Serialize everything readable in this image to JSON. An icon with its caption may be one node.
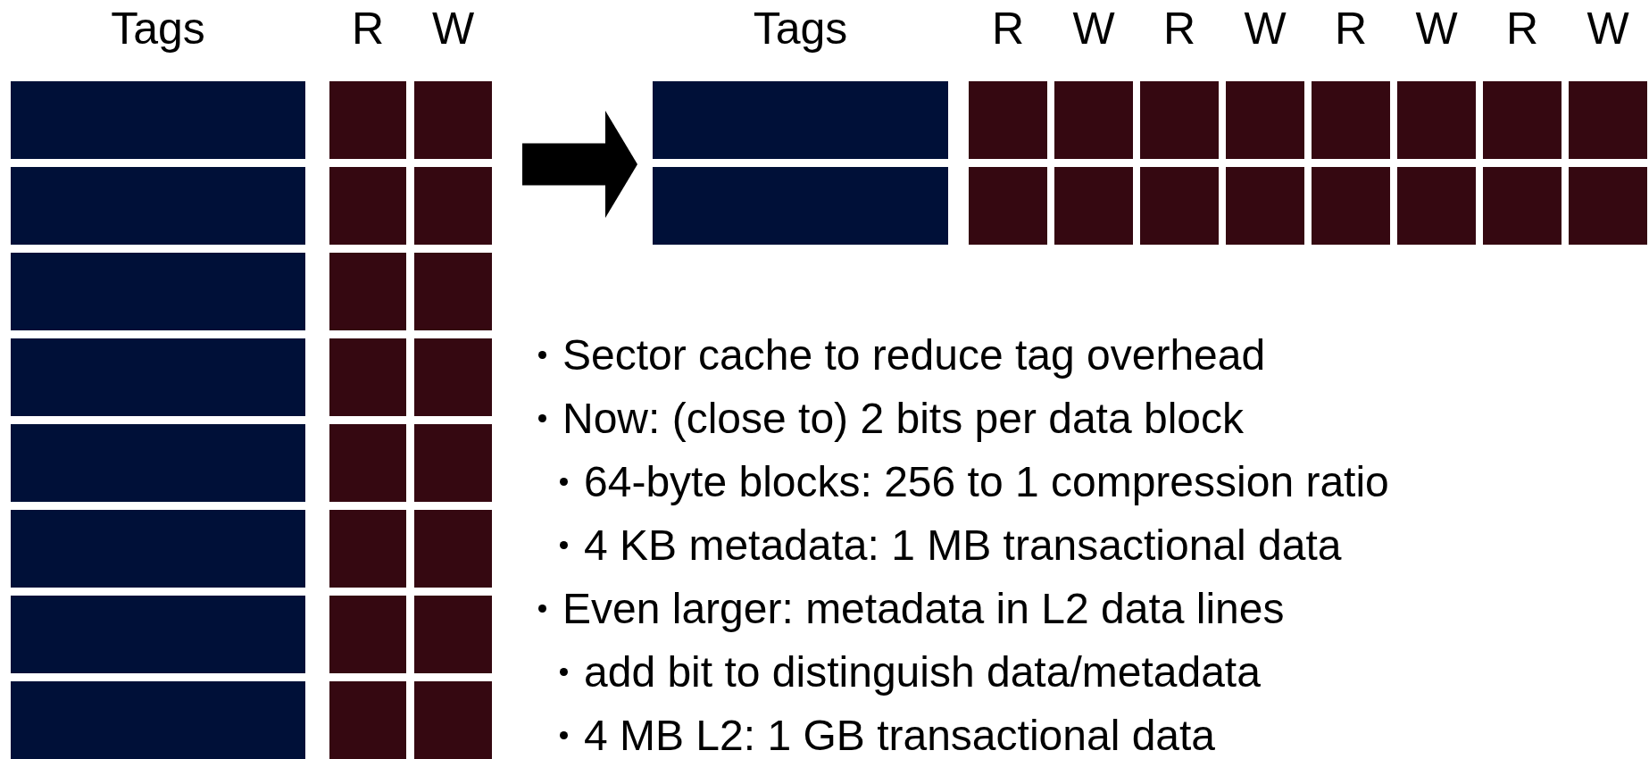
{
  "diagram": {
    "nodes": [
      {
        "text": [],
        "shape": "box"
      },
      {
        "text": [],
        "shape": "bar",
        "in": 0
      },
      {
        "text": [],
        "shape": "box",
        "in": 0
      },
      {
        "text": [],
        "shape": "box",
        "in": 0
      },
      {
        "text": [],
        "shape": "bar",
        "in": 0
      },
      {
        "text": [],
        "shape": "box",
        "in": 0
      },
      {
        "text": [],
        "shape": "box",
        "in": 0
      },
      {
        "text": [],
        "shape": "bar",
        "in": 0
      },
      {
        "text": [],
        "shape": "box",
        "in": 0
      },
      {
        "text": [],
        "shape": "box",
        "in": 0
      },
      {
        "text": [],
        "shape": "bar",
        "in": 0
      },
      {
        "text": [],
        "shape": "box",
        "in": 0
      },
      {
        "text": [],
        "shape": "box",
        "in": 0
      },
      {
        "text": [],
        "shape": "bar",
        "in": 0
      },
      {
        "text": [],
        "shape": "box",
        "in": 0
      },
      {
        "text": [],
        "shape": "box",
        "in": 0
      },
      {
        "text": [],
        "shape": "bar",
        "in": 0
      },
      {
        "text": [],
        "shape": "box",
        "in": 0
      },
      {
        "text": [],
        "shape": "box",
        "in": 0
      },
      {
        "text": [],
        "shape": "bar",
        "in": 0
      },
      {
        "text": [],
        "shape": "box",
        "in": 0
      },
      {
        "text": [],
        "shape": "box",
        "in": 0
      },
      {
        "text": [],
        "shape": "bar",
        "in": 0
      },
      {
        "text": [],
        "shape": "box",
        "in": 0
      },
      {
        "text": [],
        "shape": "box",
        "in": 0
      },
      {
        "text": [],
        "shape": "box"
      },
      {
        "text": [],
        "shape": "bar",
        "in": 25
      },
      {
        "text": [],
        "shape": "box",
        "in": 25
      },
      {
        "text": [],
        "shape": "box",
        "in": 25
      },
      {
        "text": [],
        "shape": "box",
        "in": 25
      },
      {
        "text": [],
        "shape": "box",
        "in": 25
      },
      {
        "text": [],
        "shape": "box",
        "in": 25
      },
      {
        "text": [],
        "shape": "box",
        "in": 25
      },
      {
        "text": [],
        "shape": "box",
        "in": 25
      },
      {
        "text": [],
        "shape": "box",
        "in": 25
      },
      {
        "text": [],
        "shape": "bar",
        "in": 25
      },
      {
        "text": [],
        "shape": "box",
        "in": 25
      },
      {
        "text": [],
        "shape": "box",
        "in": 25
      },
      {
        "text": [],
        "shape": "box",
        "in": 25
      },
      {
        "text": [],
        "shape": "box",
        "in": 25
      },
      {
        "text": [],
        "shape": "box",
        "in": 25
      },
      {
        "text": [],
        "shape": "box",
        "in": 25
      },
      {
        "text": [],
        "shape": "box",
        "in": 25
      },
      {
        "text": [],
        "shape": "box",
        "in": 25
      }
    ],
    "edges": [
      {
        "from": 0,
        "to": 25,
        "arrow": "to"
      }
    ],
    "labels": [
      "Tags",
      "R",
      "W",
      "Tags",
      "R",
      "W",
      "R",
      "W",
      "R",
      "W",
      "R",
      "W",
      "Sector cache to reduce tag overhead",
      "Now: (close to) 2 bits per data block",
      "64-byte blocks: 256 to 1 compression ratio",
      "4 KB metadata: 1 MB transactional data",
      "Even larger: metadata in L2 data lines",
      "add bit to distinguish data/metadata",
      "4 MB L2: 1 GB transactional data"
    ]
  }
}
